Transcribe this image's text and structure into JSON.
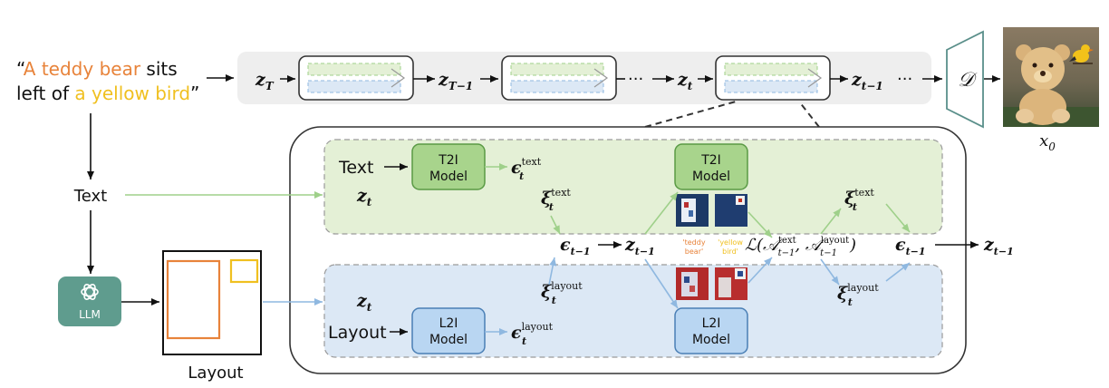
{
  "prompt": {
    "open_quote": "“",
    "part1": "A teddy bear",
    "part2": " sits",
    "part3": "left of ",
    "part4": "a yellow bird",
    "close_quote": "”"
  },
  "colors": {
    "orange": "#e8833a",
    "yellow": "#f0c020",
    "green_fill": "#e4f0d6",
    "green_box": "#a8d48c",
    "green_stroke": "#5a9a45",
    "blue_fill": "#dce8f5",
    "blue_box": "#b9d6f2",
    "blue_stroke": "#4a7fb5",
    "llm_teal": "#5f9c8e",
    "gray_band": "#eeeeee"
  },
  "left": {
    "text_label": "Text",
    "llm_label": "LLM",
    "layout_caption": "Layout"
  },
  "top_chain": {
    "z_T": "z",
    "z_T_sub": "T",
    "z_Tm1": "z",
    "z_Tm1_sub": "T−1",
    "dots1": "···",
    "z_t": "z",
    "z_t_sub": "t",
    "z_tm1": "z",
    "z_tm1_sub": "t−1",
    "dots2": "···",
    "decoder": "𝒟",
    "x0": "x",
    "x0_sub": "0"
  },
  "text_branch": {
    "input_label": "Text",
    "z_t": "z",
    "z_t_sub": "t",
    "model1_line1": "T2I",
    "model1_line2": "Model",
    "eps": "ϵ",
    "eps_sup": "text",
    "eps_sub": "t",
    "xi": "ξ",
    "xi_sup": "text",
    "xi_sub": "t",
    "model2_line1": "T2I",
    "model2_line2": "Model",
    "xi2": "ξ",
    "xi2_sup": "text",
    "xi2_sub": "t"
  },
  "layout_branch": {
    "input_label": "Layout",
    "z_t": "z",
    "z_t_sub": "t",
    "model1_line1": "L2I",
    "model1_line2": "Model",
    "eps": "ϵ",
    "eps_sup": "layout",
    "eps_sub": "t",
    "xi": "ξ",
    "xi_sup": "layout",
    "xi_sub": "t",
    "model2_line1": "L2I",
    "model2_line2": "Model",
    "xi2": "ξ",
    "xi2_sup": "layout",
    "xi2_sub": "t"
  },
  "middle": {
    "eps_in": "ϵ",
    "eps_in_sub": "t−1",
    "z_mid": "z",
    "z_mid_sub": "t−1",
    "teddy_line1": "'teddy",
    "teddy_line2": "bear'",
    "yellow_line1": "'yellow",
    "yellow_line2": "bird'",
    "loss": "ℒ(𝒜",
    "loss_sup1": "text",
    "loss_sub1": "t−1",
    "loss_comma": ", 𝒜",
    "loss_sup2": "layout",
    "loss_sub2": "t−1",
    "loss_close": ")",
    "eps_out": "ϵ",
    "eps_out_sub": "t−1",
    "z_out": "z",
    "z_out_sub": "t−1"
  }
}
